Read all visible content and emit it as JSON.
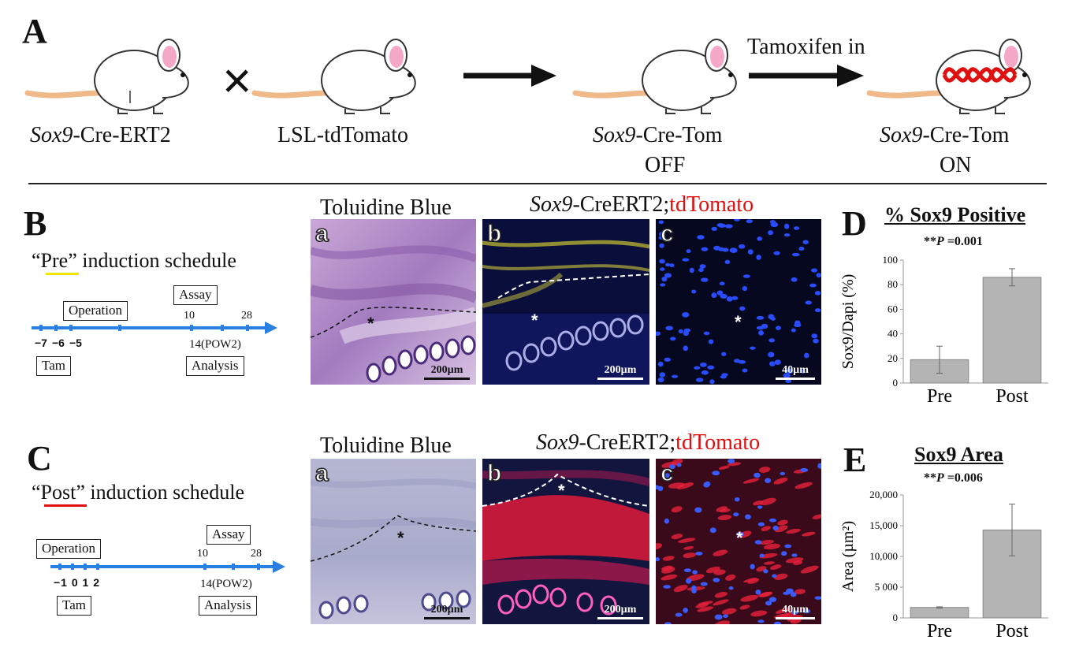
{
  "panelA": {
    "label": "A",
    "mouse1": "Sox9",
    "mouse1_suffix": "-Cre-ERT2",
    "cross": "×",
    "mouse2": "LSL-tdTomato",
    "mouse3_gene": "Sox9",
    "mouse3_suffix": "-Cre-Tom",
    "mouse3_state": "OFF",
    "arrow_text": "Tamoxifen in",
    "mouse4_gene": "Sox9",
    "mouse4_suffix": "-Cre-Tom",
    "mouse4_state": "ON"
  },
  "panelB": {
    "label": "B",
    "schedule_q1": "“",
    "schedule_word": "Pre",
    "schedule_rest": "” induction schedule",
    "operation": "Operation",
    "assay": "Assay",
    "tam": "Tam",
    "analysis": "Analysis",
    "ticks_left": [
      "−7",
      "−6",
      "−5"
    ],
    "tick_10": "10",
    "tick_28": "28",
    "tick_14": "14(POW2)",
    "underline_color": "#f2e600"
  },
  "panelC": {
    "label": "C",
    "schedule_q1": "“",
    "schedule_word": "Post",
    "schedule_rest": "” induction schedule",
    "operation": "Operation",
    "assay": "Assay",
    "tam": "Tam",
    "analysis": "Analysis",
    "ticks_left": "−1 0 1 2",
    "tick_10": "10",
    "tick_28": "28",
    "tick_14": "14(POW2)",
    "underline_color": "#e01010"
  },
  "micrographs": {
    "tol_title": "Toluidine Blue",
    "sox_gene": "Sox9",
    "sox_mid": "-CreERT2;",
    "sox_td": "tdTomato",
    "letter_a": "a",
    "letter_b": "b",
    "letter_c": "c",
    "scale_200": "200µm",
    "scale_40": "40µm",
    "star": "*"
  },
  "panelD": {
    "label": "D",
    "title": "% Sox9 Positive",
    "stat_prefix": "**",
    "stat_p": "P",
    "stat_val": " =0.001",
    "ylabel": "Sox9/Dapi (%)"
  },
  "panelE": {
    "label": "E",
    "title": "Sox9 Area",
    "stat_prefix": "**",
    "stat_p": "P",
    "stat_val": " =0.006",
    "ylabel": "Area (µm²)"
  },
  "chart_data": [
    {
      "type": "bar",
      "title": "% Sox9 Positive",
      "ylabel": "Sox9/Dapi (%)",
      "categories": [
        "Pre",
        "Post"
      ],
      "values": [
        19,
        86
      ],
      "errors": [
        11,
        7
      ],
      "ylim": [
        0,
        100
      ],
      "yticks": [
        0,
        20,
        40,
        60,
        80,
        100
      ],
      "ytick_labels": [
        "0",
        "20",
        "40",
        "60",
        "80",
        "100"
      ],
      "bar_color": "#b4b4b4"
    },
    {
      "type": "bar",
      "title": "Sox9 Area",
      "ylabel": "Area (µm²)",
      "categories": [
        "Pre",
        "Post"
      ],
      "values": [
        1700,
        14300
      ],
      "errors": [
        100,
        4200
      ],
      "ylim": [
        0,
        20000
      ],
      "yticks": [
        0,
        5000,
        10000,
        15000,
        20000
      ],
      "ytick_labels": [
        "0",
        "5 000",
        "10,000",
        "15,000",
        "20,000"
      ],
      "bar_color": "#b4b4b4"
    }
  ]
}
